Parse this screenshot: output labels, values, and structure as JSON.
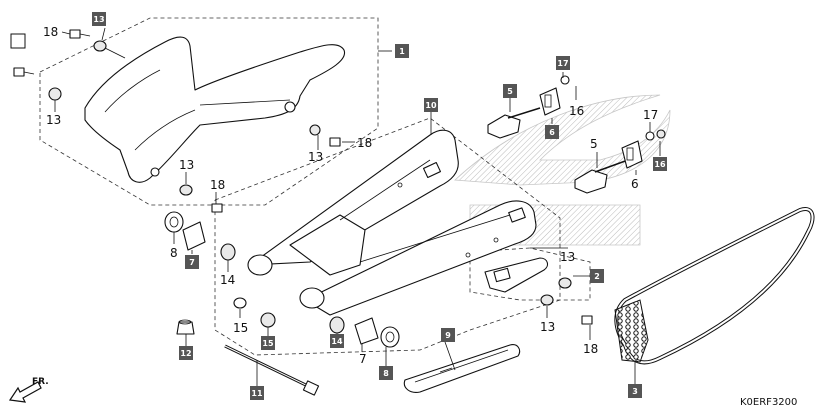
{
  "diagram_code": "K0ERF3200",
  "direction_label": "FR.",
  "boxed_labels": [
    {
      "id": "b13a",
      "text": "13"
    },
    {
      "id": "b1",
      "text": "1"
    },
    {
      "id": "b10",
      "text": "10"
    },
    {
      "id": "b5a",
      "text": "5"
    },
    {
      "id": "b17a",
      "text": "17"
    },
    {
      "id": "b6a",
      "text": "6"
    },
    {
      "id": "b16b",
      "text": "16"
    },
    {
      "id": "b7",
      "text": "7"
    },
    {
      "id": "b2",
      "text": "2"
    },
    {
      "id": "b15",
      "text": "15"
    },
    {
      "id": "b14",
      "text": "14"
    },
    {
      "id": "b12",
      "text": "12"
    },
    {
      "id": "b9",
      "text": "9"
    },
    {
      "id": "b8",
      "text": "8"
    },
    {
      "id": "b11",
      "text": "11"
    },
    {
      "id": "b3",
      "text": "3"
    }
  ],
  "plain_labels": [
    {
      "id": "p18a",
      "text": "18"
    },
    {
      "id": "p13a",
      "text": "13"
    },
    {
      "id": "p13b",
      "text": "13"
    },
    {
      "id": "p18b",
      "text": "18"
    },
    {
      "id": "p13c",
      "text": "13"
    },
    {
      "id": "p18c",
      "text": "18"
    },
    {
      "id": "p8",
      "text": "8"
    },
    {
      "id": "p14",
      "text": "14"
    },
    {
      "id": "p15",
      "text": "15"
    },
    {
      "id": "p16a",
      "text": "16"
    },
    {
      "id": "p5b",
      "text": "5"
    },
    {
      "id": "p17b",
      "text": "17"
    },
    {
      "id": "p6b",
      "text": "6"
    },
    {
      "id": "p13d",
      "text": "13"
    },
    {
      "id": "p13e",
      "text": "13"
    },
    {
      "id": "p18d",
      "text": "18"
    },
    {
      "id": "p7",
      "text": "7"
    }
  ]
}
